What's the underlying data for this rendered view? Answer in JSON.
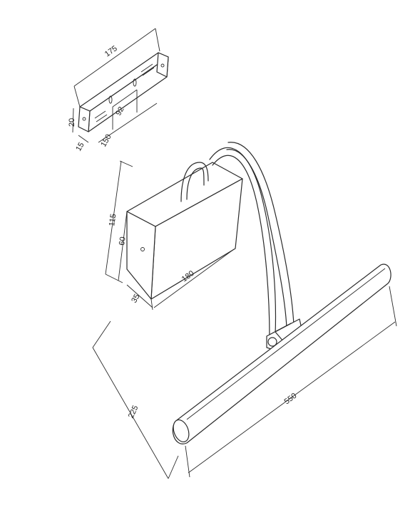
{
  "dimensions": {
    "bracket_length": "175",
    "bracket_hole_spacing": "92",
    "bracket_slot_span": "150",
    "bracket_height": "20",
    "bracket_depth": "15",
    "box_total_height": "115",
    "box_height": "60",
    "box_length": "180",
    "box_depth": "35",
    "projection": "225",
    "tube_length": "550"
  }
}
